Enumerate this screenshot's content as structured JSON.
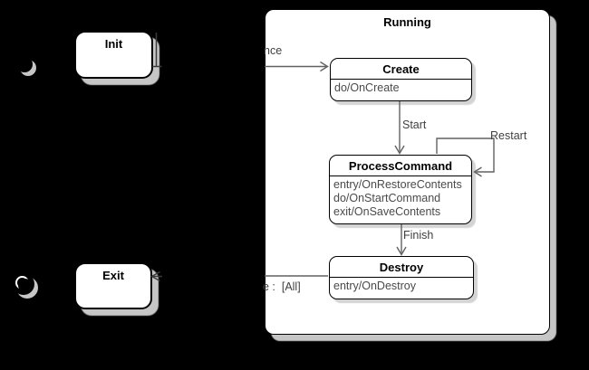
{
  "colors": {
    "background": "#000000",
    "shape_fill": "#ffffff",
    "shape_stroke": "#000000",
    "shadow": "#c6c6c6",
    "connector": "#616161",
    "label_text": "#3f3f3f"
  },
  "states": {
    "init": {
      "title": "Init"
    },
    "exit": {
      "title": "Exit"
    },
    "running": {
      "title": "Running"
    },
    "create": {
      "title": "Create",
      "actions": [
        "do/OnCreate"
      ]
    },
    "process_command": {
      "title": "ProcessCommand",
      "actions": [
        "entry/OnRestoreContents",
        "do/OnStartCommand",
        "exit/OnSaveContents"
      ]
    },
    "destroy": {
      "title": "Destroy",
      "actions": [
        "entry/OnDestroy"
      ]
    }
  },
  "transitions": {
    "to_create_label": "nce",
    "start_label": "Start",
    "restart_label": "Restart",
    "finish_label": "Finish",
    "to_exit_label": "e :  [All]"
  }
}
